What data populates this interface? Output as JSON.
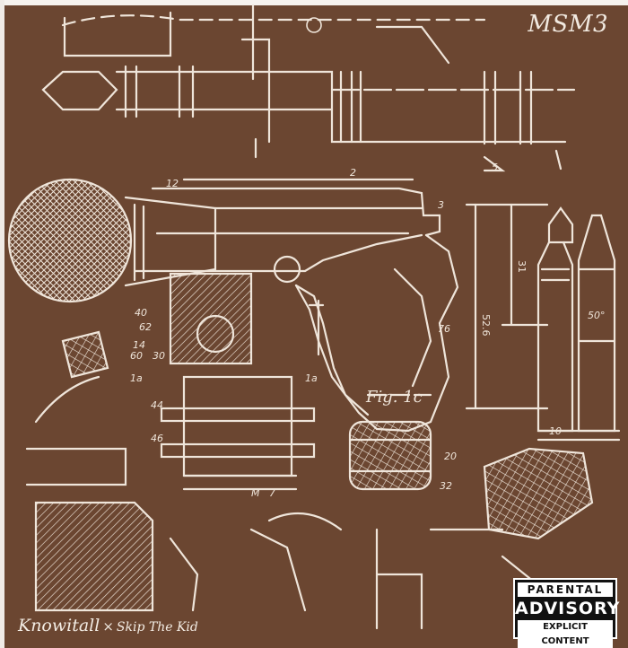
{
  "cover": {
    "title": "MSM3",
    "artist_primary": "Knowitall",
    "separator": "×",
    "artist_featured": "Skip The Kid",
    "background_color": "#6b4631",
    "line_color": "#efe5da"
  },
  "parental_advisory": {
    "line1": "PARENTAL",
    "line2": "ADVISORY",
    "line3": "EXPLICIT CONTENT"
  },
  "annotations": {
    "label_a": "12",
    "label_b": "2",
    "label_c": "3",
    "label_d": "40",
    "label_e": "62",
    "label_f": "14",
    "label_g": "60",
    "label_h": "30",
    "label_i": "1a",
    "label_j": "44",
    "label_k": "46",
    "label_l": "Fig. 1c",
    "label_m": "20",
    "label_n": "32",
    "label_o": "76",
    "label_p": "1a",
    "label_q": "10",
    "label_r": "52.6",
    "label_s": "31",
    "label_t": "5",
    "label_u": "M",
    "label_v": "7",
    "label_w": "50°"
  }
}
